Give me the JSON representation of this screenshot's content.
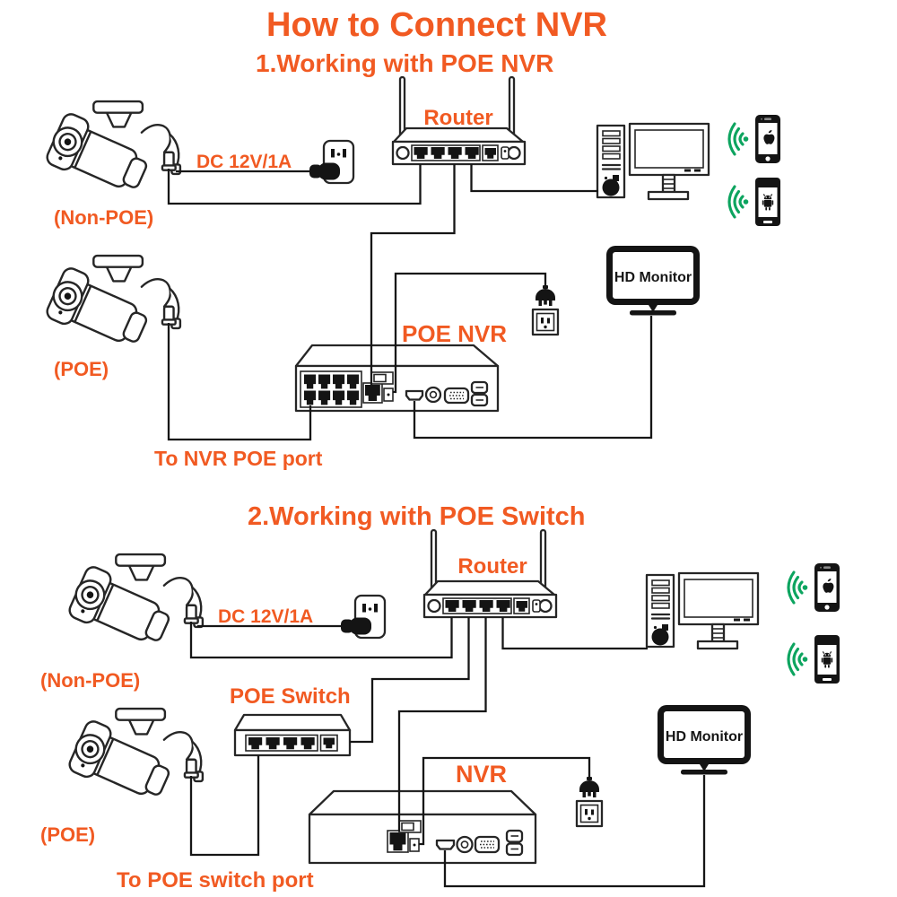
{
  "title": "How to Connect NVR",
  "colors": {
    "accent": "#F15A22",
    "wifi": "#0CA45F",
    "ink": "#161616"
  },
  "icons": {
    "wifi": "wifi-signal-icon",
    "apple": "apple-logo-icon",
    "android": "android-logo-icon"
  },
  "section1": {
    "heading": "1.Working with POE NVR",
    "labels": {
      "router": "Router",
      "dc_power": "DC 12V/1A",
      "camera_non_poe": "(Non-POE)",
      "camera_poe": "(POE)",
      "nvr": "POE NVR",
      "hd_monitor": "HD Monitor",
      "note": "To NVR POE port"
    }
  },
  "section2": {
    "heading": "2.Working with POE Switch",
    "labels": {
      "router": "Router",
      "dc_power": "DC 12V/1A",
      "camera_non_poe": "(Non-POE)",
      "camera_poe": "(POE)",
      "poe_switch": "POE Switch",
      "nvr": "NVR",
      "hd_monitor": "HD Monitor",
      "note": "To POE switch port"
    }
  }
}
